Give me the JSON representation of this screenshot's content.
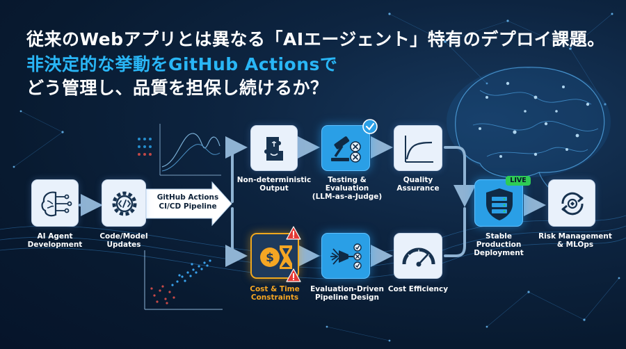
{
  "title": {
    "line1_pre": "従来のWebアプリとは異なる",
    "line1_accent": "「AIエージェント」",
    "line1_post": "特有のデプロイ課題。",
    "line2": "非決定的な挙動をGitHub Actionsで",
    "line3": "どう管理し、品質を担保し続けるか？"
  },
  "pipeline_band": "GitHub Actions\nCI/CD Pipeline",
  "badge_live": "LIVE",
  "nodes": {
    "ai_agent": "AI Agent\nDevelopment",
    "code_model": "Code/Model\nUpdates",
    "nondeterministic": "Non-deterministic\nOutput",
    "testing": "Testing & Evaluation\n(LLM-as-a-Judge)",
    "quality": "Quality\nAssurance",
    "cost_time": "Cost & Time\nConstraints",
    "eval_driven": "Evaluation-Driven\nPipeline Design",
    "cost_eff": "Cost Efficiency",
    "stable": "Stable\nProduction\nDeployment",
    "risk": "Risk Management\n& MLOps"
  },
  "icons": {
    "ai_agent": "brain-circuit-icon",
    "code_model": "code-gear-icon",
    "nondeterministic": "puzzle-face-icon",
    "testing": "gavel-checklist-icon",
    "quality": "growth-curve-chart-icon",
    "cost_time": "dollar-hourglass-icon",
    "eval_driven": "funnel-checklist-icon",
    "cost_eff": "gauge-icon",
    "stable": "shield-server-icon",
    "risk": "cycle-arrows-icon",
    "warning": "warning-triangle-icon",
    "check": "check-circle-icon"
  },
  "colors": {
    "background": "#081a30",
    "accent_blue": "#29b6f6",
    "node_blue": "#2a9fe6",
    "node_light": "#e9f1fb",
    "warning_red": "#e53935",
    "cost_gold": "#f5a623",
    "live_green": "#2ecc55"
  }
}
